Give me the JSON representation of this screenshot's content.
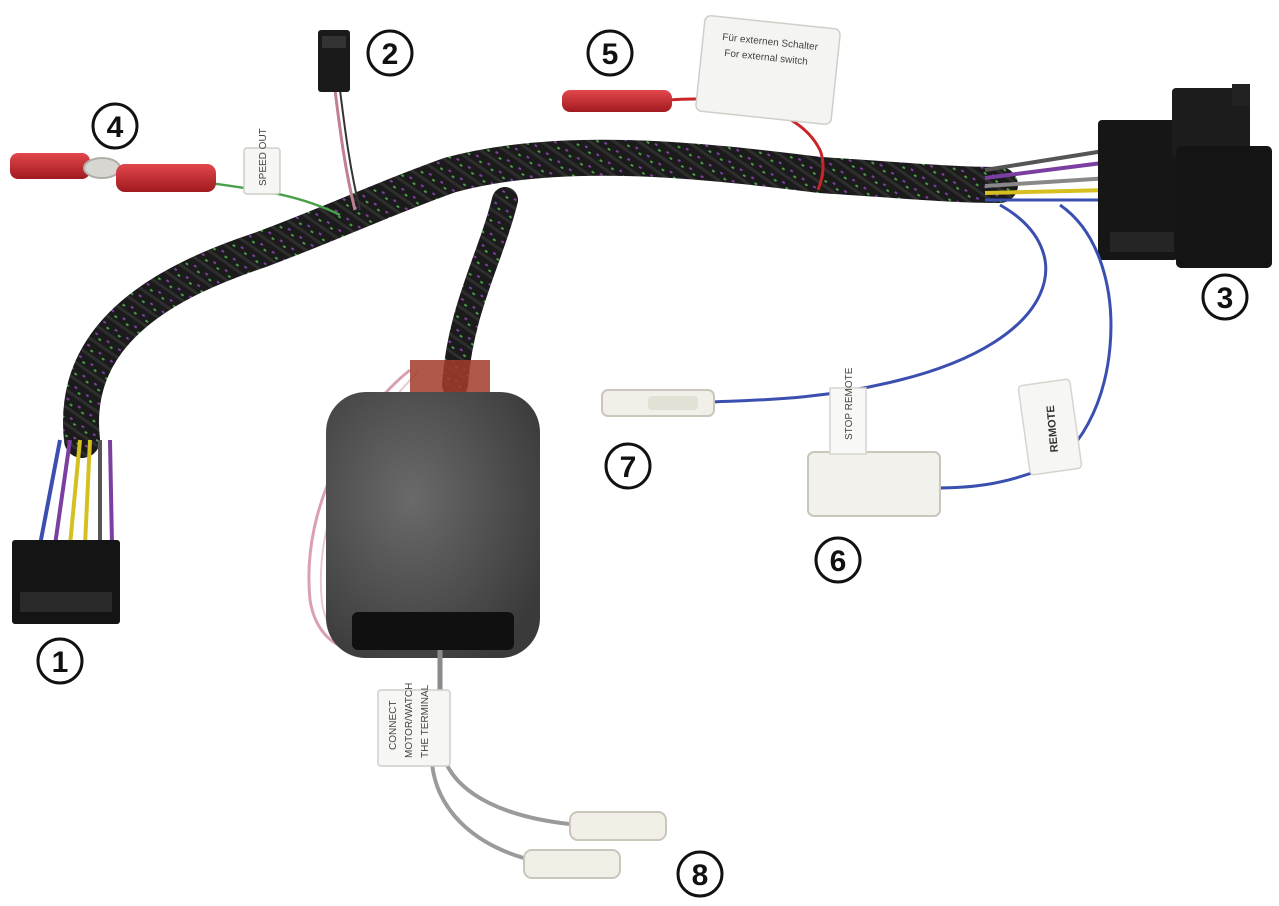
{
  "callouts": [
    "1",
    "2",
    "3",
    "4",
    "5",
    "6",
    "7",
    "8"
  ],
  "labels": {
    "switch_line1": "Für externen Schalter",
    "switch_line2": "For external switch",
    "remote": "REMOTE",
    "speed_out": "SPEED OUT",
    "stop_remote": "STOP REMOTE",
    "connect_line1": "CONNECT",
    "connect_line2": "MOTOR/WATCH",
    "connect_line3": "THE TERMINAL"
  },
  "colors": {
    "braid": "#1b1b1b",
    "foam": "#4a4a4a",
    "red_terminal": "#c8242a",
    "blue_wire": "#3a4fb0",
    "pink_wire": "#d9a0b0",
    "grey_wire": "#9a9a9a"
  }
}
